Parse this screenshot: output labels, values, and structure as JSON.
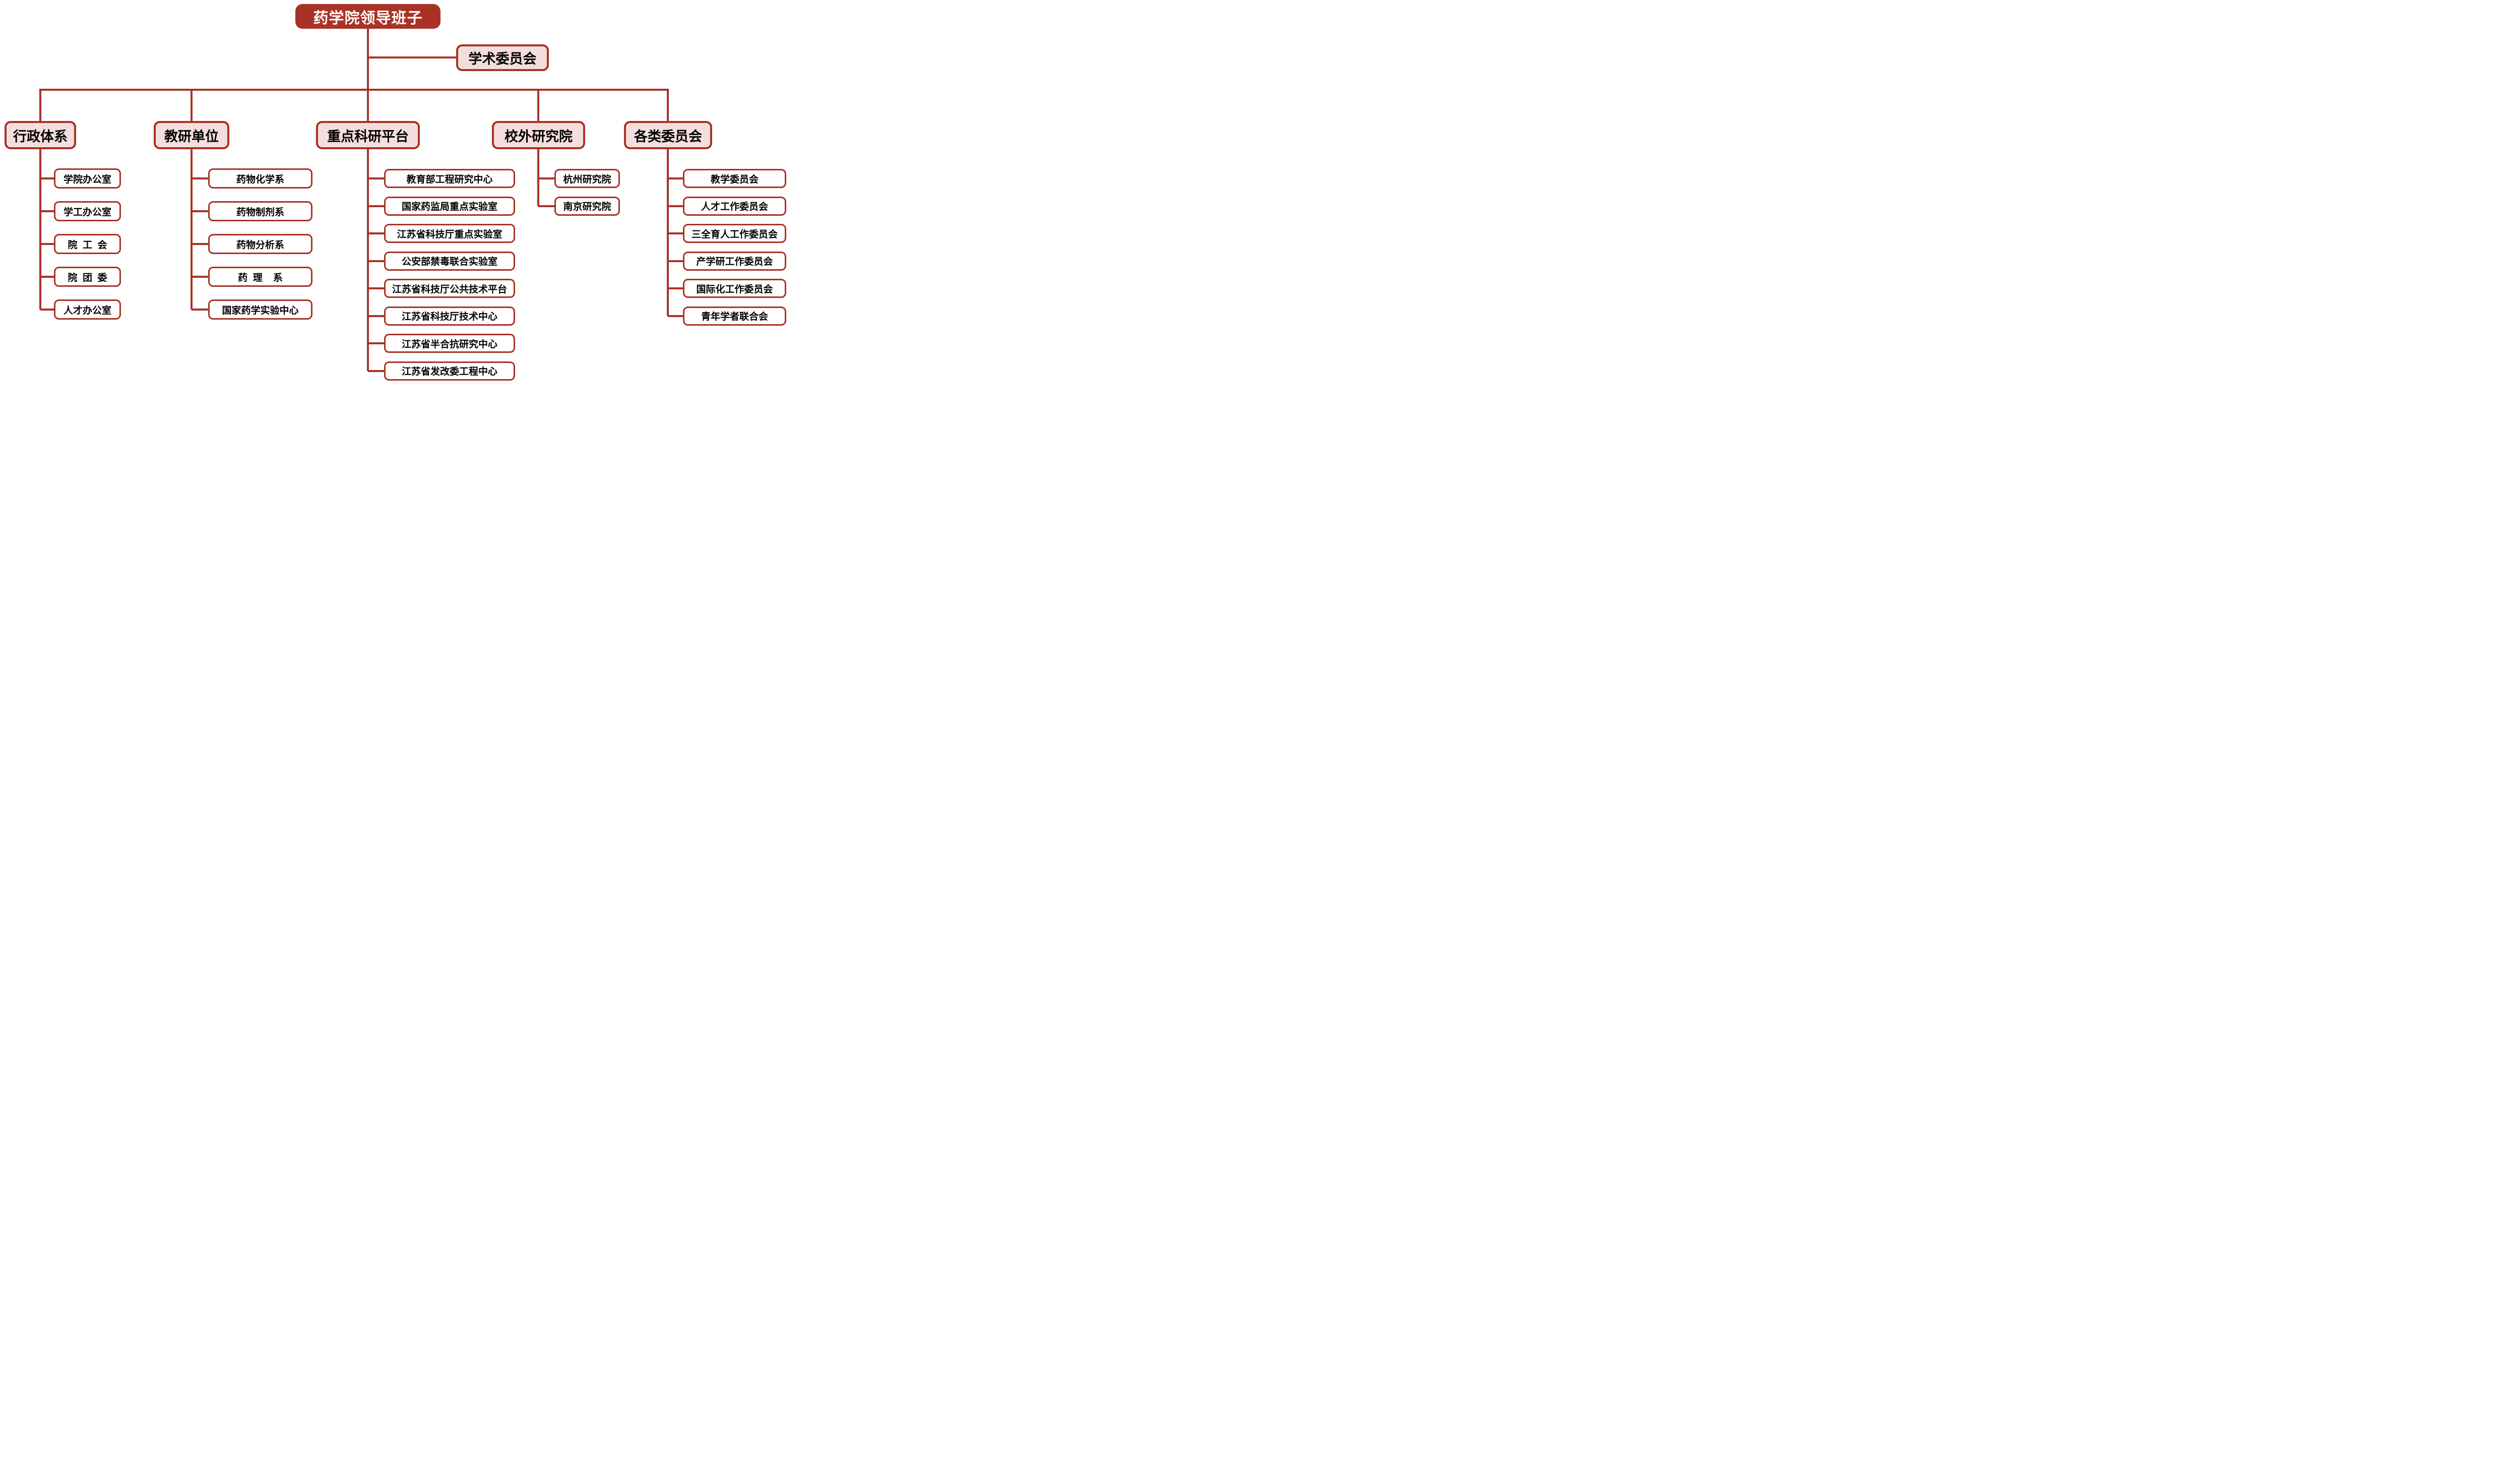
{
  "colors": {
    "accent": "#A93226",
    "pink": "#F3DEDD",
    "child_fill": "#FFFFFF",
    "root_text": "#FFFFFF",
    "text": "#000000"
  },
  "root": {
    "label": "药学院领导班子"
  },
  "side_node": {
    "label": "学术委员会"
  },
  "branches": [
    {
      "label": "行政体系",
      "children": [
        "学院办公室",
        "学工办公室",
        "院  工  会",
        "院  团  委",
        "人才办公室"
      ]
    },
    {
      "label": "教研单位",
      "children": [
        "药物化学系",
        "药物制剂系",
        "药物分析系",
        "药  理    系",
        "国家药学实验中心"
      ]
    },
    {
      "label": "重点科研平台",
      "children": [
        "教育部工程研究中心",
        "国家药监局重点实验室",
        "江苏省科技厅重点实验室",
        "公安部禁毒联合实验室",
        "江苏省科技厅公共技术平台",
        "江苏省科技厅技术中心",
        "江苏省半合抗研究中心",
        "江苏省发改委工程中心"
      ]
    },
    {
      "label": "校外研究院",
      "children": [
        "杭州研究院",
        "南京研究院"
      ]
    },
    {
      "label": "各类委员会",
      "children": [
        "教学委员会",
        "人才工作委员会",
        "三全育人工作委员会",
        "产学研工作委员会",
        "国际化工作委员会",
        "青年学者联合会"
      ]
    }
  ]
}
